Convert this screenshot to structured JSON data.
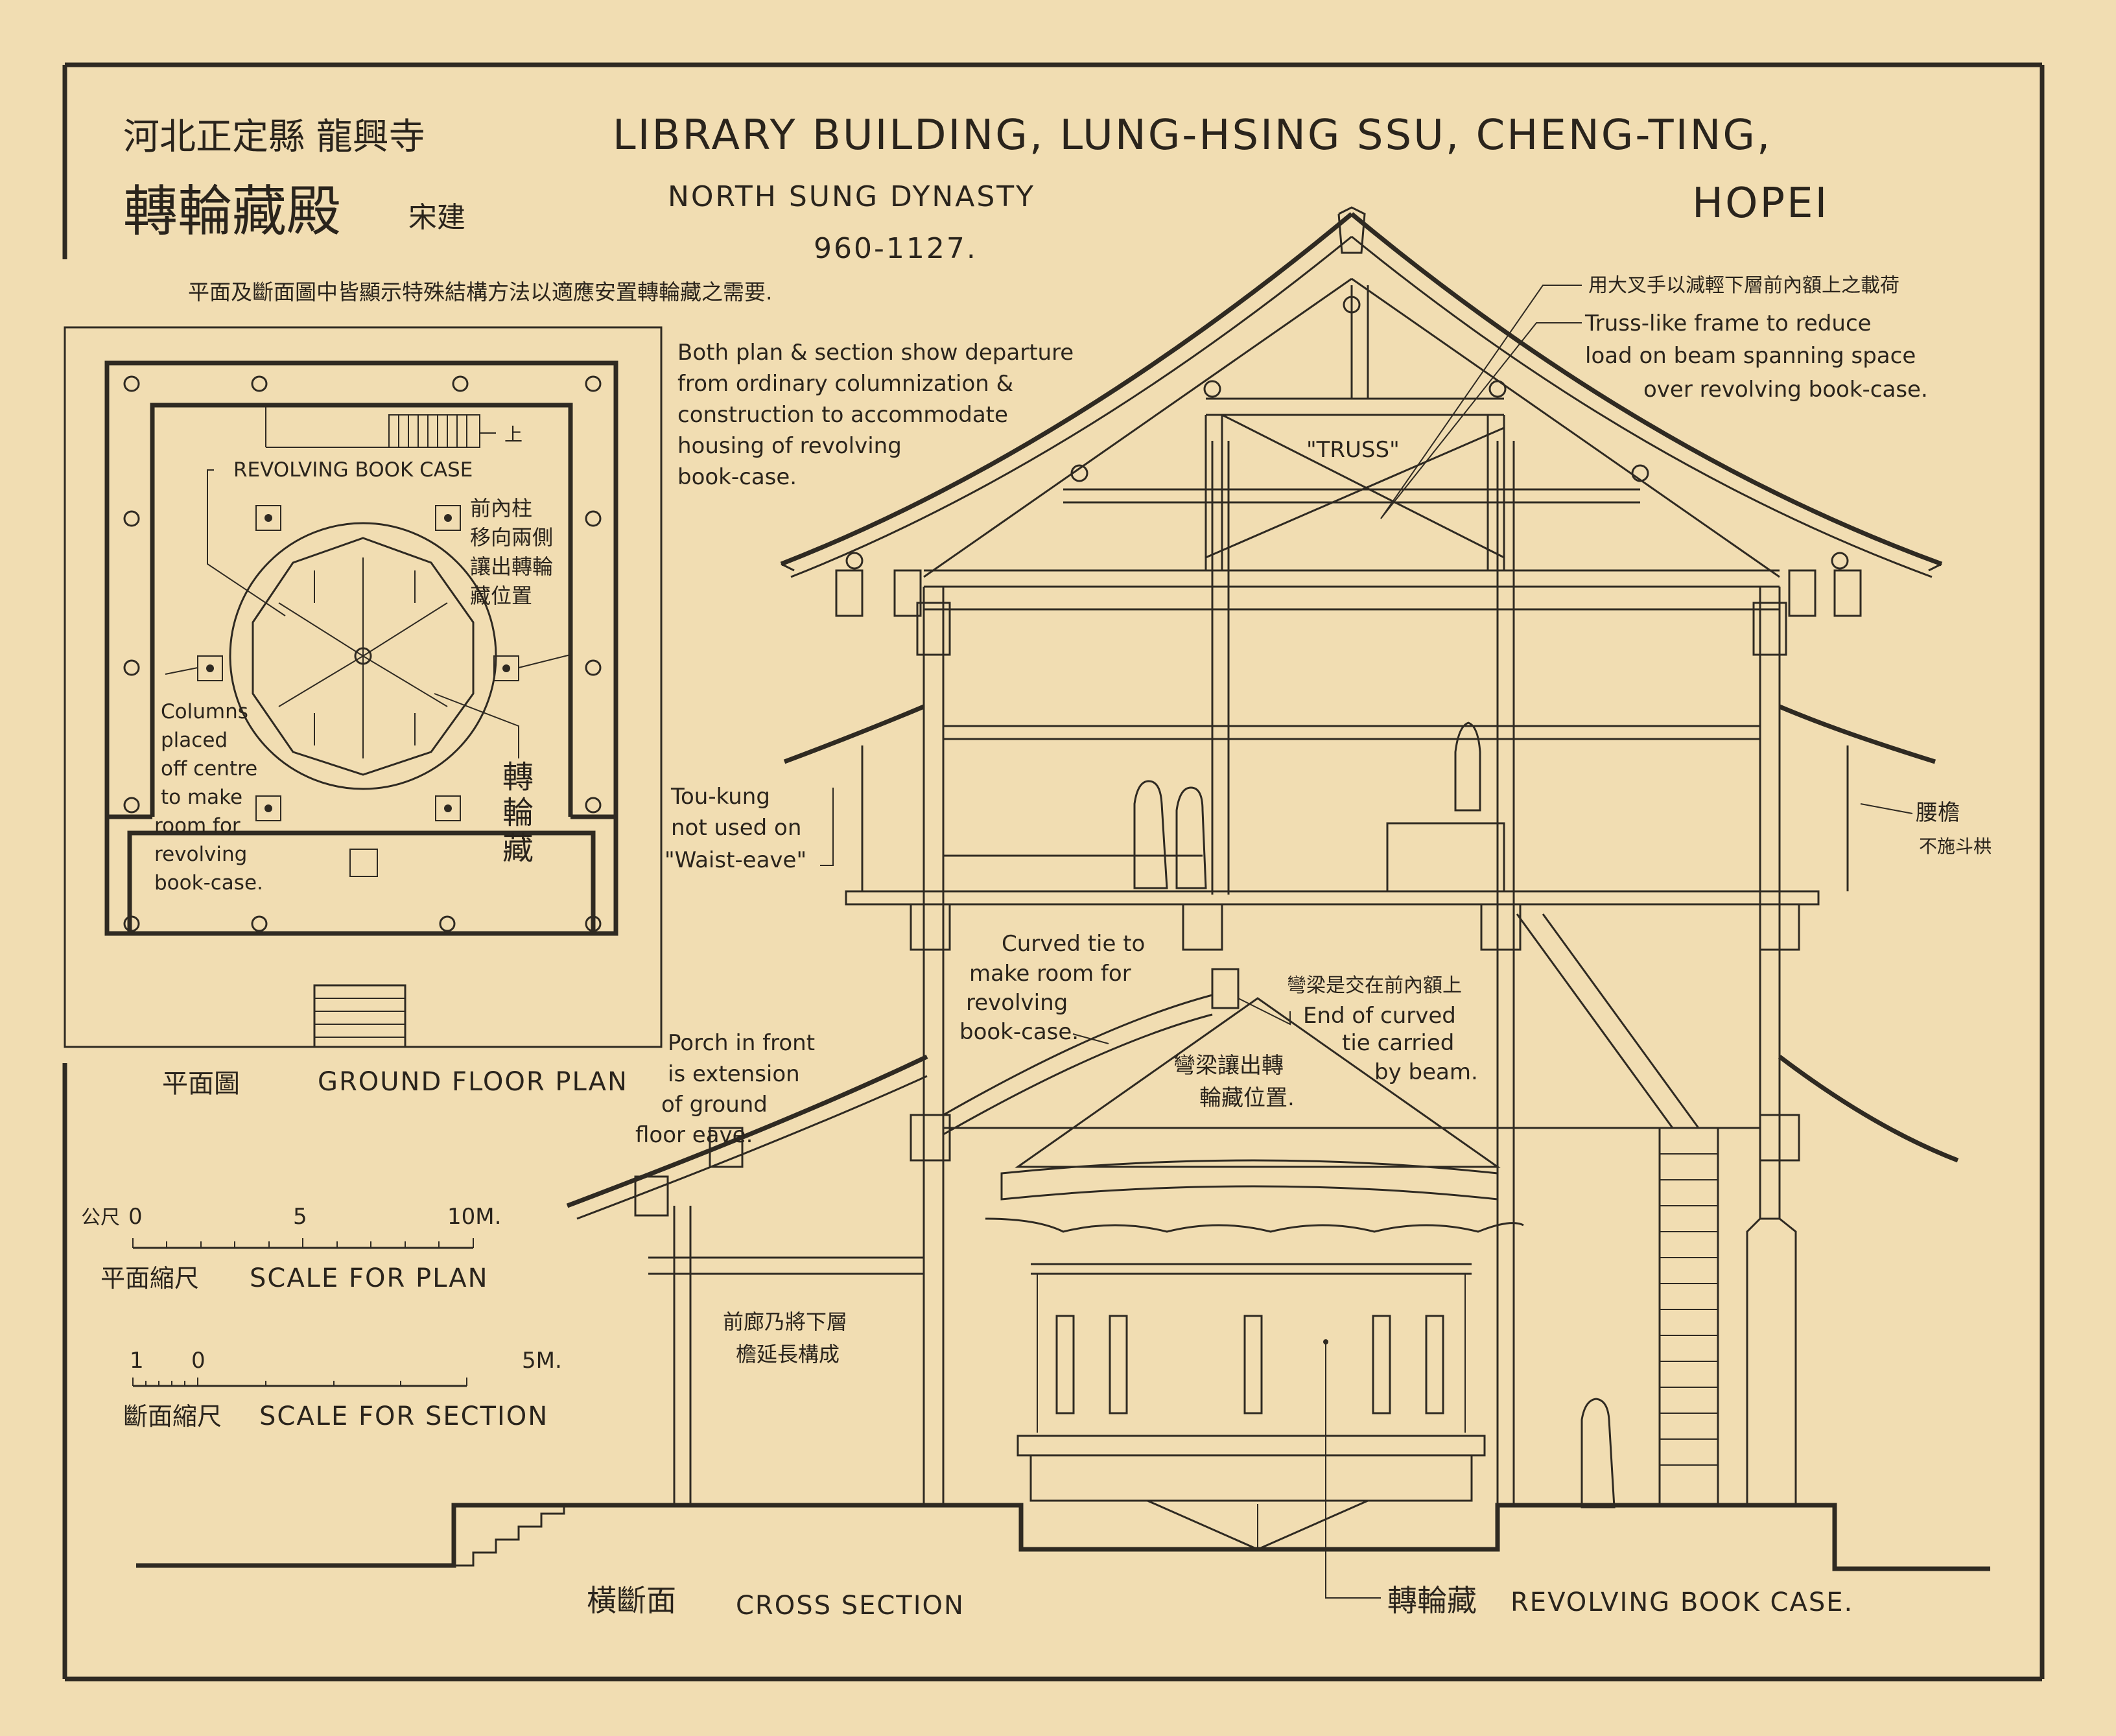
{
  "title": {
    "cjk_line1": "河北正定縣 龍興寺",
    "cjk_line2": "轉輪藏殿",
    "cjk_dynasty": "宋建",
    "main_line1": "LIBRARY BUILDING, LUNG-HSING SSU, CHENG-TING,",
    "main_line2": "HOPEI",
    "dynasty": "NORTH SUNG DYNASTY",
    "years": "960-1127.",
    "cjk_note": "平面及斷面圖中皆顯示特殊結構方法以適應安置轉輪藏之需要."
  },
  "notes": {
    "both_plan": [
      "Both plan & section show departure",
      "from ordinary columnization &",
      "construction to accommodate",
      "housing of revolving",
      "book-case."
    ],
    "truss_cjk": "用大叉手以減輕下層前內額上之載荷",
    "truss_en": [
      "Truss-like frame to reduce",
      "load on beam spanning space",
      "over revolving book-case."
    ],
    "truss_tag": "\"TRUSS\"",
    "toukung": [
      "Tou-kung",
      "not used on",
      "\"Waist-eave\""
    ],
    "waist_cjk": "腰檐",
    "waist_cjk2": "不施斗栱",
    "curved_tie": [
      "Curved tie to",
      "make room for",
      "revolving",
      "book-case."
    ],
    "curved_cjk": "彎梁是交在前內額上",
    "end_tie": [
      "End of curved",
      "tie carried",
      "by beam."
    ],
    "curved_cjk2": [
      "彎梁讓出轉",
      "輪藏位置."
    ],
    "porch": [
      "Porch in front",
      "is extension",
      "of ground",
      "floor eave."
    ],
    "porch_cjk": [
      "前廊乃將下層",
      "檐延長構成"
    ]
  },
  "plan": {
    "revolving_label": "REVOLVING BOOK CASE",
    "up_mark": "上",
    "cjk_columns": [
      "前內柱",
      "移向兩側",
      "讓出轉輪",
      "藏位置"
    ],
    "columns_note": [
      "Columns",
      "placed",
      "off centre",
      "to make",
      "room for",
      "revolving",
      "book-case."
    ],
    "cjk_bookcase": [
      "轉",
      "輪",
      "藏"
    ],
    "caption_cjk": "平面圖",
    "caption_en": "GROUND FLOOR PLAN"
  },
  "scales": {
    "unit_cjk": "公尺",
    "plan_ticks": [
      "0",
      "5",
      "10M."
    ],
    "plan_cjk": "平面縮尺",
    "plan_en": "SCALE FOR PLAN",
    "section_ticks": [
      "1",
      "0",
      "5M."
    ],
    "section_cjk": "斷面縮尺",
    "section_en": "SCALE FOR SECTION"
  },
  "section": {
    "caption_cjk": "橫斷面",
    "caption_en": "CROSS SECTION",
    "bookcase_cjk": "轉輪藏",
    "bookcase_en": "REVOLVING BOOK CASE."
  }
}
